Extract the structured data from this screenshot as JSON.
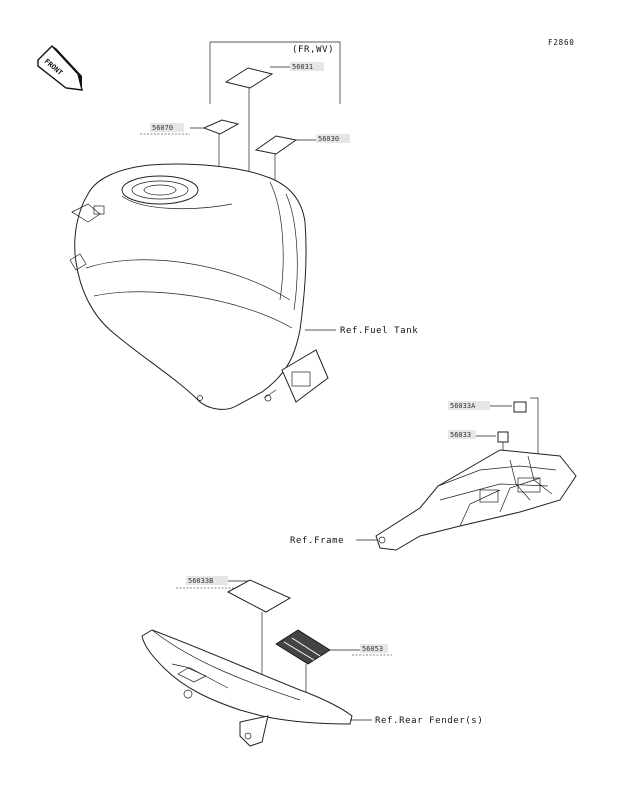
{
  "diagram": {
    "figure_code": "F2860",
    "front_label": "FRONT",
    "variant_note": "(FR,WV)",
    "parts": [
      {
        "id": "56031"
      },
      {
        "id": "56070"
      },
      {
        "id": "56030"
      },
      {
        "id": "56033A"
      },
      {
        "id": "56033"
      },
      {
        "id": "56033B"
      },
      {
        "id": "56053"
      }
    ],
    "refs": {
      "fuel_tank": "Ref.Fuel Tank",
      "frame": "Ref.Frame",
      "rear_fender": "Ref.Rear Fender(s)"
    }
  }
}
